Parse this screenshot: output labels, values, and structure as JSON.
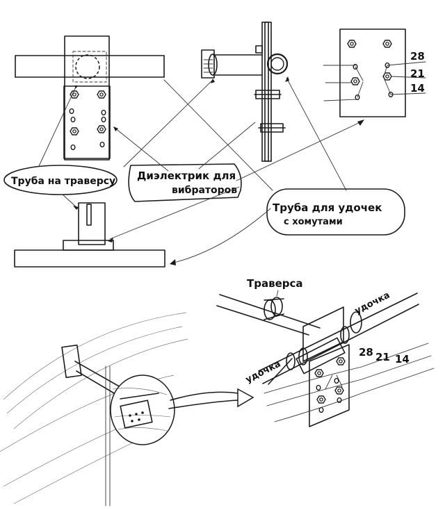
{
  "labels": {
    "pipe_to_traverse": "Труба на траверсу",
    "dielectric_line1": "Диэлектрик для",
    "dielectric_line2": "вибраторов",
    "pipe_for_rods_line1": "Труба для удочек",
    "pipe_for_rods_line2": "с хомутами",
    "traverse": "Траверса",
    "rod_right": "удочка",
    "rod_left": "удочка"
  },
  "band_numbers": {
    "top_b28": "28",
    "top_b21": "21",
    "top_b14": "14",
    "bottom_b28": "28",
    "bottom_b21": "21",
    "bottom_b14": "14"
  },
  "colors": {
    "ink": "#1a1a1a",
    "paper": "#ffffff"
  },
  "icons": {
    "nut": "hex-nut-icon",
    "arrow": "arrowhead-icon"
  }
}
